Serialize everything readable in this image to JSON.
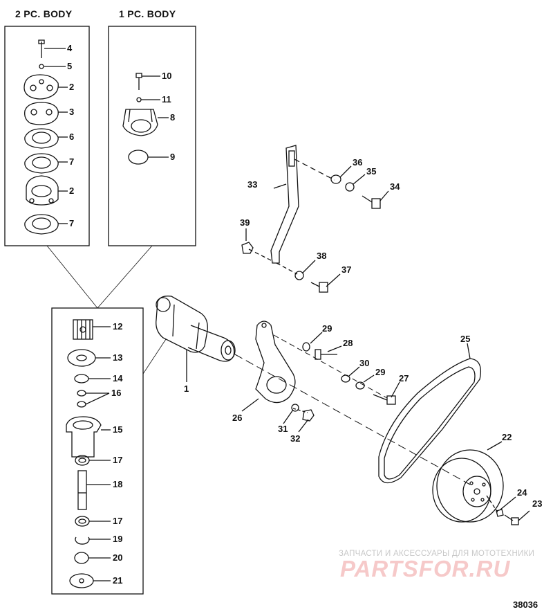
{
  "headers": {
    "two_pc": "2 PC. BODY",
    "one_pc": "1 PC. BODY"
  },
  "callouts": [
    "1",
    "2",
    "2",
    "3",
    "4",
    "5",
    "6",
    "7",
    "7",
    "8",
    "9",
    "10",
    "11",
    "12",
    "13",
    "14",
    "15",
    "16",
    "17",
    "17",
    "18",
    "19",
    "20",
    "21",
    "22",
    "23",
    "24",
    "25",
    "26",
    "27",
    "28",
    "29",
    "29",
    "30",
    "31",
    "32",
    "33",
    "34",
    "35",
    "36",
    "37",
    "38",
    "39"
  ],
  "watermark": {
    "tagline": "ЗАПЧАСТИ И АКСЕССУАРЫ ДЛЯ МОТОТЕХНИКИ",
    "logo": "PARTSFOR.RU"
  },
  "figure_number": "38036",
  "colors": {
    "line": "#111111",
    "watermark_logo": "#f6c9c9",
    "watermark_text": "#c8c8c8"
  }
}
